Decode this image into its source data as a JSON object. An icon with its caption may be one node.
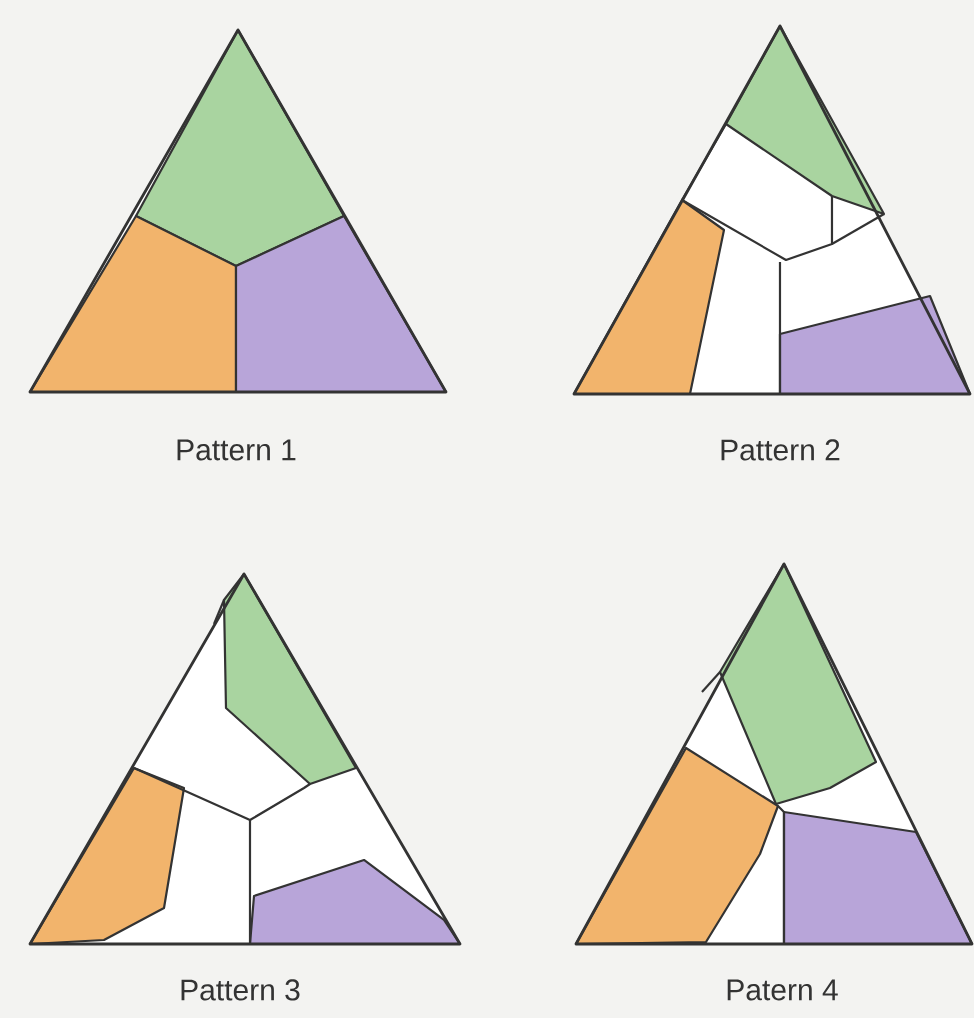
{
  "diagram": {
    "labels": [
      "Pattern 1",
      "Pattern 2",
      "Pattern 3",
      "Patern 4"
    ]
  }
}
